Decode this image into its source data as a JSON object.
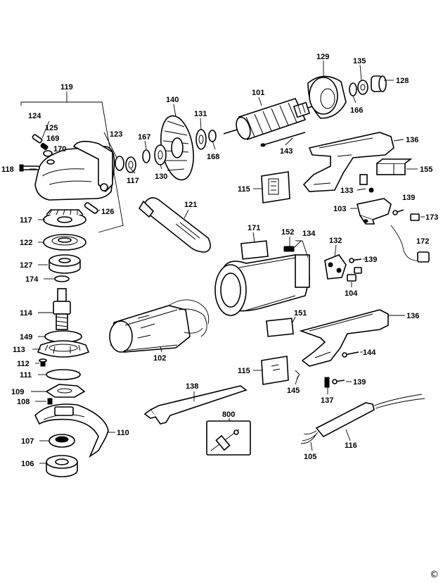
{
  "diagram": {
    "labels": [
      {
        "id": "p119",
        "text": "119"
      },
      {
        "id": "p124",
        "text": "124"
      },
      {
        "id": "p125",
        "text": "125"
      },
      {
        "id": "p169",
        "text": "169"
      },
      {
        "id": "p170",
        "text": "170"
      },
      {
        "id": "p118",
        "text": "118"
      },
      {
        "id": "p123",
        "text": "123"
      },
      {
        "id": "p117a",
        "text": "117"
      },
      {
        "id": "p126",
        "text": "126"
      },
      {
        "id": "p117b",
        "text": "117"
      },
      {
        "id": "p122",
        "text": "122"
      },
      {
        "id": "p127",
        "text": "127"
      },
      {
        "id": "p174",
        "text": "174"
      },
      {
        "id": "p114",
        "text": "114"
      },
      {
        "id": "p149",
        "text": "149"
      },
      {
        "id": "p113",
        "text": "113"
      },
      {
        "id": "p112",
        "text": "112"
      },
      {
        "id": "p111",
        "text": "111"
      },
      {
        "id": "p109",
        "text": "109"
      },
      {
        "id": "p108",
        "text": "108"
      },
      {
        "id": "p110",
        "text": "110"
      },
      {
        "id": "p107",
        "text": "107"
      },
      {
        "id": "p106",
        "text": "106"
      },
      {
        "id": "p140",
        "text": "140"
      },
      {
        "id": "p131",
        "text": "131"
      },
      {
        "id": "p167",
        "text": "167"
      },
      {
        "id": "p168",
        "text": "168"
      },
      {
        "id": "p130",
        "text": "130"
      },
      {
        "id": "p101",
        "text": "101"
      },
      {
        "id": "p143",
        "text": "143"
      },
      {
        "id": "p129",
        "text": "129"
      },
      {
        "id": "p135",
        "text": "135"
      },
      {
        "id": "p128",
        "text": "128"
      },
      {
        "id": "p166",
        "text": "166"
      },
      {
        "id": "p136a",
        "text": "136"
      },
      {
        "id": "p155",
        "text": "155"
      },
      {
        "id": "p133",
        "text": "133"
      },
      {
        "id": "p139a",
        "text": "139"
      },
      {
        "id": "p103",
        "text": "103"
      },
      {
        "id": "p173",
        "text": "173"
      },
      {
        "id": "p172",
        "text": "172"
      },
      {
        "id": "p115a",
        "text": "115"
      },
      {
        "id": "p121",
        "text": "121"
      },
      {
        "id": "p171",
        "text": "171"
      },
      {
        "id": "p152",
        "text": "152"
      },
      {
        "id": "p134",
        "text": "134"
      },
      {
        "id": "p132",
        "text": "132"
      },
      {
        "id": "p139b",
        "text": "139"
      },
      {
        "id": "p104",
        "text": "104"
      },
      {
        "id": "p151",
        "text": "151"
      },
      {
        "id": "p136b",
        "text": "136"
      },
      {
        "id": "p102",
        "text": "102"
      },
      {
        "id": "p144",
        "text": "144"
      },
      {
        "id": "p115b",
        "text": "115"
      },
      {
        "id": "p145",
        "text": "145"
      },
      {
        "id": "p139c",
        "text": "139"
      },
      {
        "id": "p137",
        "text": "137"
      },
      {
        "id": "p138",
        "text": "138"
      },
      {
        "id": "p800",
        "text": "800"
      },
      {
        "id": "p116",
        "text": "116"
      },
      {
        "id": "p105",
        "text": "105"
      }
    ],
    "copyright": "©"
  }
}
